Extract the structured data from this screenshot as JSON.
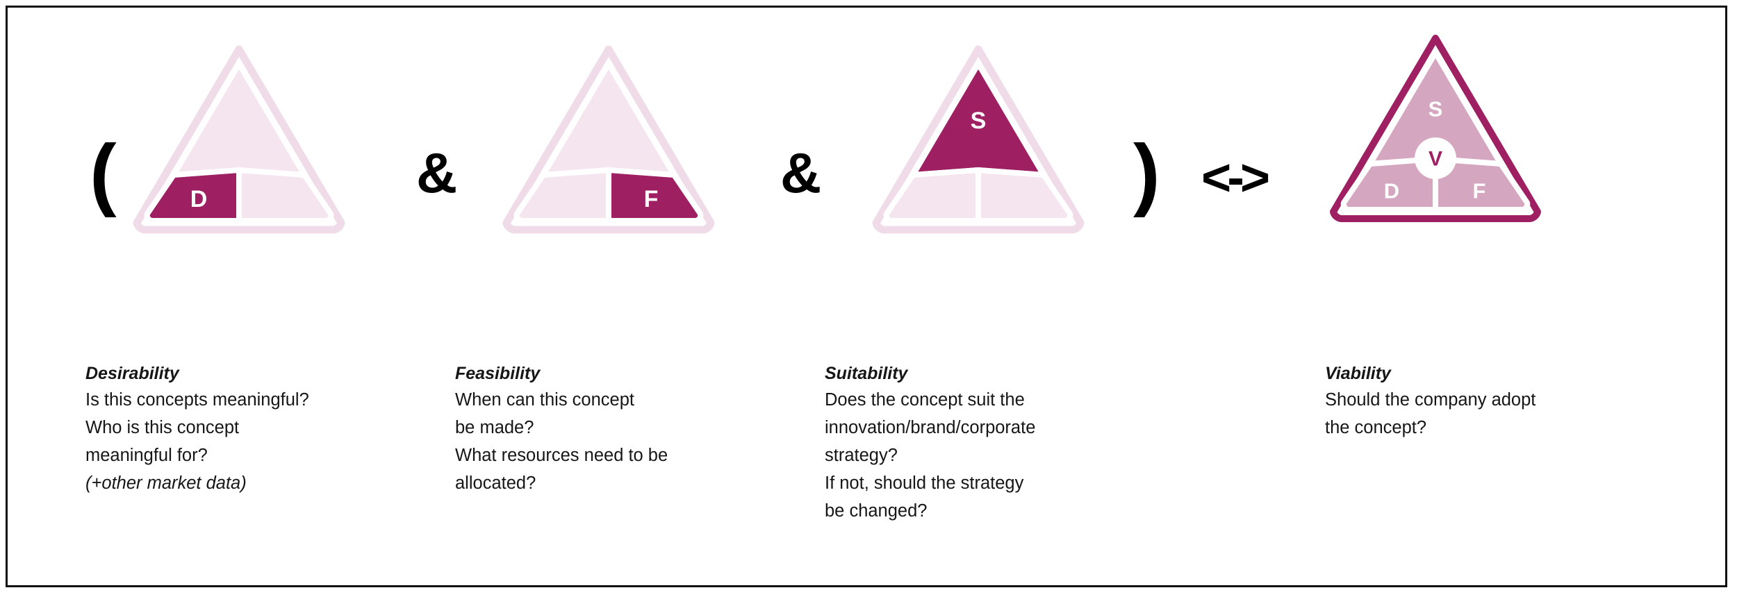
{
  "colors": {
    "dark_magenta": "#9e2063",
    "light_pink": "#f4e5ee",
    "outline_pink": "#f0dce8",
    "mid_pink": "#d5a6c0",
    "white": "#ffffff",
    "text": "#161616",
    "frame": "#111111"
  },
  "operators": {
    "open_paren": "(",
    "and_1": "&",
    "and_2": "&",
    "close_paren": ")",
    "equivalence": "<->"
  },
  "triangles": [
    {
      "id": "desirability",
      "highlight": "D",
      "segments": [
        {
          "key": "top",
          "label": "",
          "state": "inactive"
        },
        {
          "key": "bottom-left",
          "label": "D",
          "state": "active"
        },
        {
          "key": "bottom-right",
          "label": "",
          "state": "inactive"
        }
      ],
      "outline": "light",
      "center_badge": null
    },
    {
      "id": "feasibility",
      "highlight": "F",
      "segments": [
        {
          "key": "top",
          "label": "",
          "state": "inactive"
        },
        {
          "key": "bottom-left",
          "label": "",
          "state": "inactive"
        },
        {
          "key": "bottom-right",
          "label": "F",
          "state": "active"
        }
      ],
      "outline": "light",
      "center_badge": null
    },
    {
      "id": "suitability",
      "highlight": "S",
      "segments": [
        {
          "key": "top",
          "label": "S",
          "state": "active"
        },
        {
          "key": "bottom-left",
          "label": "",
          "state": "inactive"
        },
        {
          "key": "bottom-right",
          "label": "",
          "state": "inactive"
        }
      ],
      "outline": "light",
      "center_badge": null
    },
    {
      "id": "viability",
      "highlight": "V",
      "segments": [
        {
          "key": "top",
          "label": "S",
          "state": "filled"
        },
        {
          "key": "bottom-left",
          "label": "D",
          "state": "filled"
        },
        {
          "key": "bottom-right",
          "label": "F",
          "state": "filled"
        }
      ],
      "outline": "dark",
      "center_badge": "V"
    }
  ],
  "captions": [
    {
      "title": "Desirability",
      "lines": [
        {
          "text": "Is this concepts meaningful?",
          "italic": false
        },
        {
          "text": "Who is this concept",
          "italic": false
        },
        {
          "text": "meaningful for?",
          "italic": false
        },
        {
          "text": "(+other market data)",
          "italic": true
        }
      ]
    },
    {
      "title": "Feasibility",
      "lines": [
        {
          "text": "When can this concept",
          "italic": false
        },
        {
          "text": "be made?",
          "italic": false
        },
        {
          "text": "What resources need to be",
          "italic": false
        },
        {
          "text": "allocated?",
          "italic": false
        }
      ]
    },
    {
      "title": "Suitability",
      "lines": [
        {
          "text": "Does the concept suit the",
          "italic": false
        },
        {
          "text": "innovation/brand/corporate",
          "italic": false
        },
        {
          "text": "strategy?",
          "italic": false
        },
        {
          "text": "If not, should the strategy",
          "italic": false
        },
        {
          "text": "be changed?",
          "italic": false
        }
      ]
    },
    {
      "title": "Viability",
      "lines": [
        {
          "text": "Should the company adopt",
          "italic": false
        },
        {
          "text": "the concept?",
          "italic": false
        }
      ]
    }
  ]
}
